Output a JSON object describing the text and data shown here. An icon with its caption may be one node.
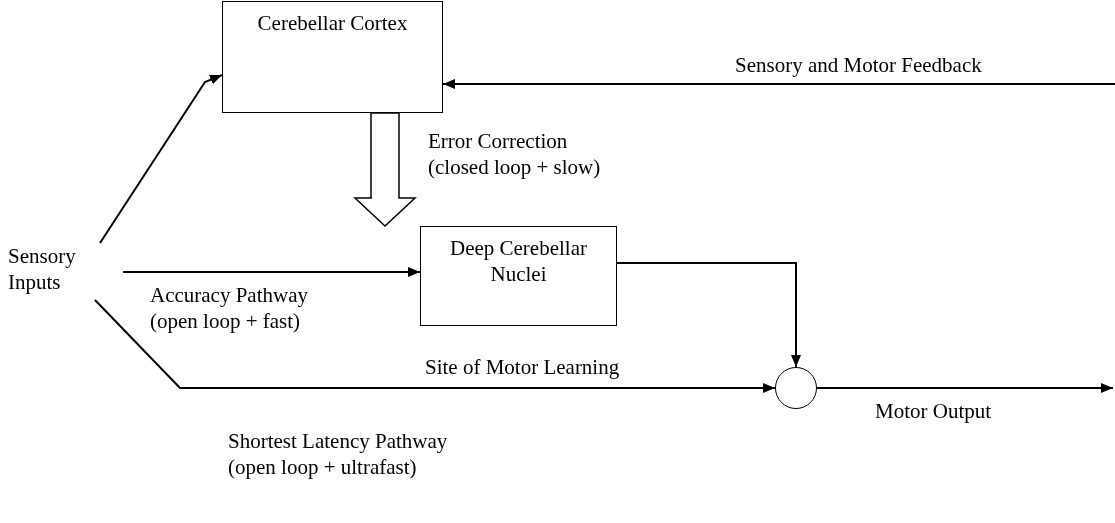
{
  "diagram": {
    "nodes": [
      {
        "text": [
          "Sensory Inputs"
        ]
      },
      {
        "text": [
          "Cerebellar Cortex"
        ]
      },
      {
        "text": [
          "Deep Cerebellar Nuclei"
        ],
        "beside": [
          "Site of Motor Learning"
        ]
      },
      {
        "text": [],
        "shape": "circle"
      }
    ],
    "edges": [
      {
        "from": 0,
        "to": 1,
        "arrow": "to"
      },
      {
        "from": 0,
        "to": 2,
        "arrow": "to",
        "label": "Accuracy Pathway (open loop + fast)"
      },
      {
        "from": 0,
        "to": 3,
        "arrow": "to",
        "label": "Shortest Latency Pathway (open loop + ultrafast)"
      },
      {
        "from": 1,
        "to": 2,
        "arrow": "to",
        "style": "thick",
        "label": "Error Correction (closed loop + slow)"
      },
      {
        "from": 2,
        "to": 3,
        "arrow": "to"
      },
      {
        "from": null,
        "to": 1,
        "arrow": "to",
        "label": "Sensory and Motor Feedback"
      },
      {
        "from": 3,
        "to": null,
        "arrow": "to",
        "label": "Motor Output"
      }
    ]
  }
}
